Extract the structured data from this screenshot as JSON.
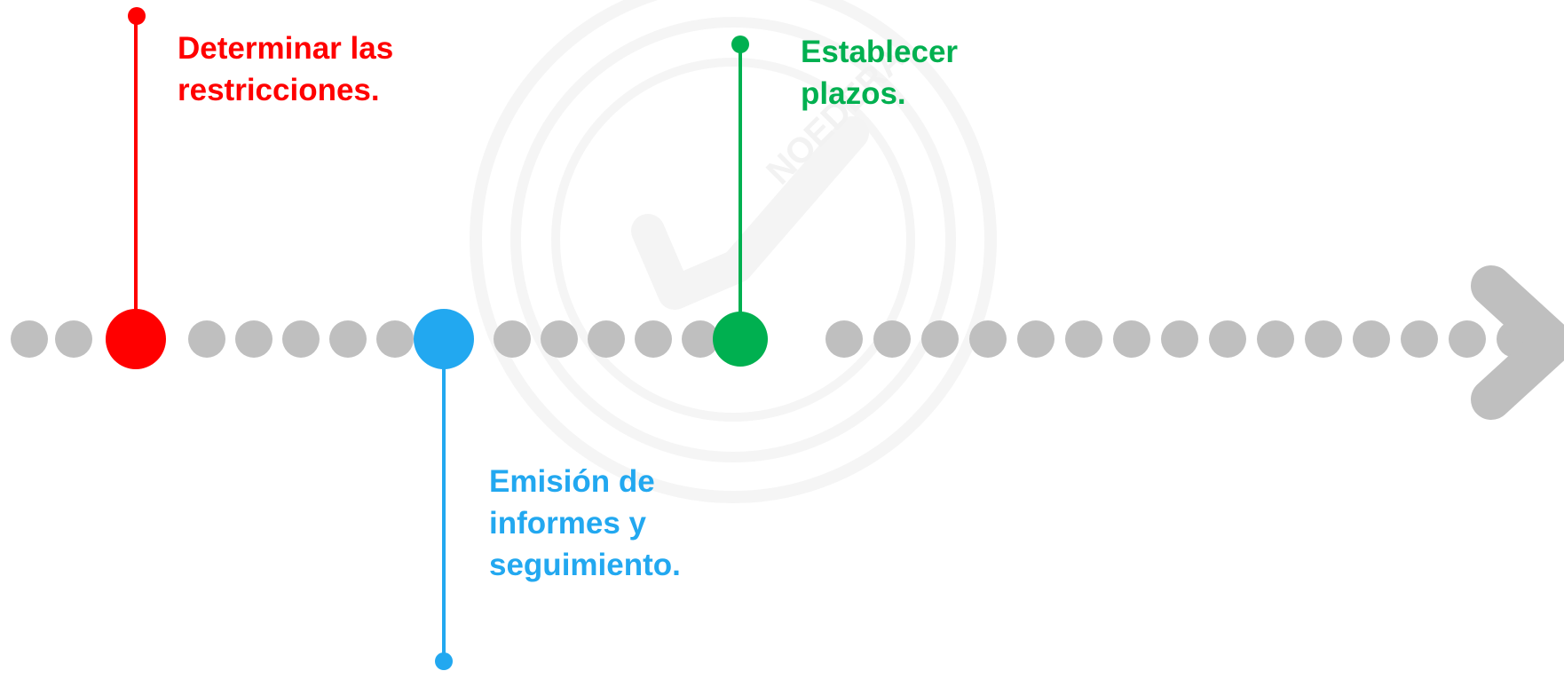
{
  "timeline": {
    "dot_color": "#bfbfbf",
    "arrow_color": "#bfbfbf",
    "watermark_color": "#f3f3f3",
    "watermark_text": "NOEDERA",
    "small_dot_count": 28
  },
  "milestones": [
    {
      "lines": [
        "Determinar las",
        "restricciones."
      ],
      "color": "#ff0000",
      "label_side": "above"
    },
    {
      "lines": [
        "Emisión de",
        "informes y",
        "seguimiento."
      ],
      "color": "#22a8f0",
      "label_side": "below"
    },
    {
      "lines": [
        "Establecer",
        "plazos."
      ],
      "color": "#00b050",
      "label_side": "above"
    }
  ]
}
